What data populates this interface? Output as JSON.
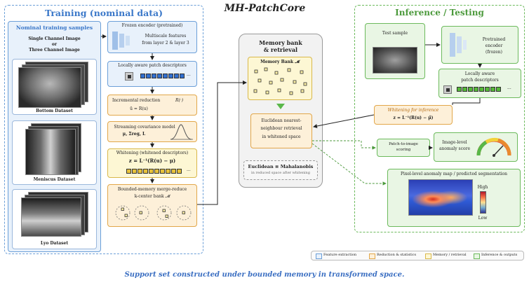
{
  "title": "MH-PatchCore",
  "training": {
    "title": "Training (nominal data)",
    "samples_title": "Nominal training samples",
    "channel_line1": "Single Channel Image",
    "channel_or": "or",
    "channel_line2": "Three Channel Image",
    "datasets": [
      "Bottom Dataset",
      "Meniscus Dataset",
      "Lyo Dataset"
    ],
    "encoder_title": "Frozen encoder (pretrained)",
    "encoder_sub1": "Multiscale features",
    "encoder_sub2": "from layer 2 & layer 3",
    "patch_title": "Locally aware patch descriptors",
    "incr_title": "Incremental reduction",
    "incr_fn": "R(·)",
    "incr_eq": "ū = R(u)",
    "cov_title": "Streaming covariance model",
    "cov_eq": "μ, Σreg, L",
    "whiten_title": "Whitening (whitened descriptors)",
    "whiten_eq": "z = L⁻¹(R(u) − μ)",
    "merge_title": "Bounded-memory merge-reduce",
    "merge_sub": "k-center bank 𝓜",
    "ellipsis": "..."
  },
  "memory": {
    "title_line1": "Memory bank",
    "title_line2": "& retrieval",
    "bank_label": "Memory Bank 𝓜",
    "nn_line1": "Euclidean nearest-",
    "nn_line2": "neighbour retrieval",
    "nn_line3": "in whitened space",
    "equiv": "Euclidean ≡ Mahalanobis",
    "equiv_sub": "in reduced space after whitening"
  },
  "inference": {
    "title": "Inference / Testing",
    "test_sample": "Test sample",
    "encoder_line1": "Pretrained",
    "encoder_line2": "encoder",
    "encoder_line3": "(frozen)",
    "patch_line1": "Locally aware",
    "patch_line2": "patch descriptors",
    "whiten_title": "Whitening for inference",
    "whiten_eq": "z = L⁻¹(R(u) − μ̂)",
    "p2i_line1": "Patch-to-image",
    "p2i_line2": "scoring",
    "score_line1": "Image-level",
    "score_line2": "anomaly score",
    "map_title": "Pixel-level anomaly map / predicted segmentation",
    "high": "High",
    "low": "Low",
    "ellipsis": "..."
  },
  "legend": [
    "Feature extraction",
    "Reduction & statistics",
    "Memory / retrieval",
    "Inference & outputs"
  ],
  "caption": "Support set constructed under bounded memory in transformed space.",
  "colors": {
    "training_title": "#3b78c9",
    "inference_title": "#4c9a3c",
    "caption": "#3b6fc2",
    "descriptor_blue": "#2f6fd0",
    "descriptor_yellow": "#e6c23a",
    "descriptor_green": "#55b838"
  }
}
